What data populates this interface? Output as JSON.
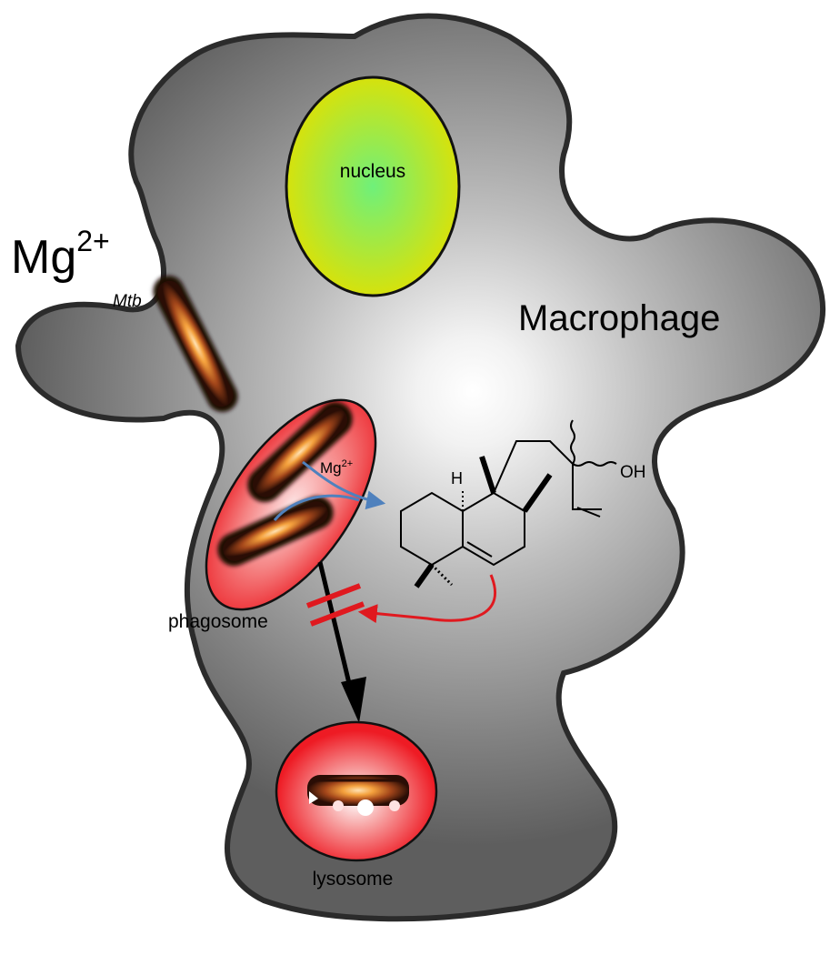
{
  "labels": {
    "macrophage": "Macrophage",
    "nucleus": "nucleus",
    "mg_base": "Mg",
    "mg_sup": "2+",
    "mtb": "Mtb",
    "phagosome": "phagosome",
    "lysosome": "lysosome",
    "mg_small_base": "Mg",
    "mg_small_sup": "2+",
    "atom_h": "H",
    "atom_oh": "OH"
  },
  "colors": {
    "cell_outer": "#5e5e5e",
    "cell_inner": "#ffffff",
    "nucleus_inner": "#6ff07a",
    "nucleus_outer": "#d6e20c",
    "vesicle_red": "#ee1b24",
    "bacterium_core": "#f4a13d",
    "bacterium_dark": "#3b1406",
    "mg_flux_arrow": "#4f81bd",
    "inhibition_arrow": "#e0191f",
    "trafficking_arrow": "#000000"
  },
  "icons": [
    "rod-bacterium",
    "arrow",
    "inhibition-mark",
    "molecular-structure"
  ]
}
